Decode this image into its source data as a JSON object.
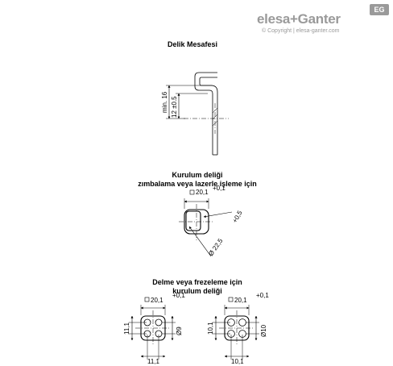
{
  "header": {
    "brand": "elesa+Ganter",
    "badge": "EG",
    "copyright": "© Copyright | elesa-ganter.com"
  },
  "section_distance": {
    "title": "Delik Mesafesi",
    "dim_min": "min. 16",
    "dim_12": "12 ±0.5"
  },
  "section_mounting": {
    "title_line1": "Kurulum deliği",
    "title_line2": "zımbalama veya lazerle işleme için",
    "dim_square": "20,1",
    "tol_square": "+0,1",
    "tol_diameter": "+0,5",
    "dim_diameter": "Ø 22,5"
  },
  "section_drill": {
    "title_line1": "Delme veya frezeleme için",
    "title_line2": "kurulum deliği",
    "left": {
      "dim_square": "20,1",
      "tol": "+0,1",
      "dim_side": "11,1",
      "dim_bottom": "11,1",
      "dim_diameter": "Ø9"
    },
    "right": {
      "dim_square": "20,1",
      "tol": "+0,1",
      "dim_side": "10,1",
      "dim_bottom": "10,1",
      "dim_diameter": "Ø10"
    }
  }
}
